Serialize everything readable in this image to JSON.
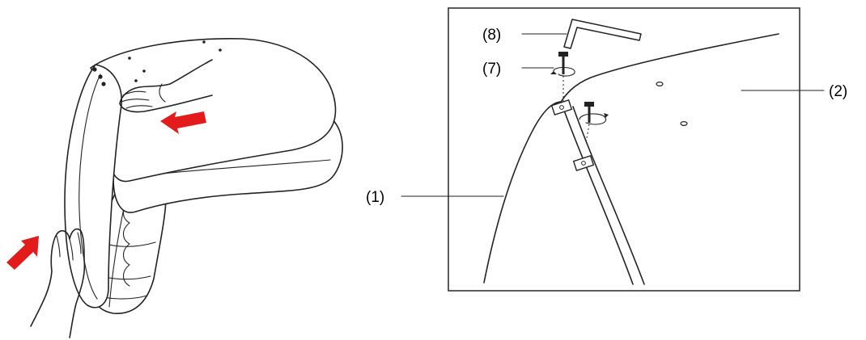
{
  "callouts": {
    "tool": "(8)",
    "screw": "(7)",
    "cover": "(2)",
    "housing": "(1)"
  },
  "colors": {
    "arrow": "#e31b1b",
    "line": "#222222",
    "frame": "#333333"
  },
  "icons": [
    "hand-icon",
    "push-arrow-icon",
    "hex-key-icon",
    "screw-icon",
    "rotate-icon",
    "clip-icon"
  ]
}
